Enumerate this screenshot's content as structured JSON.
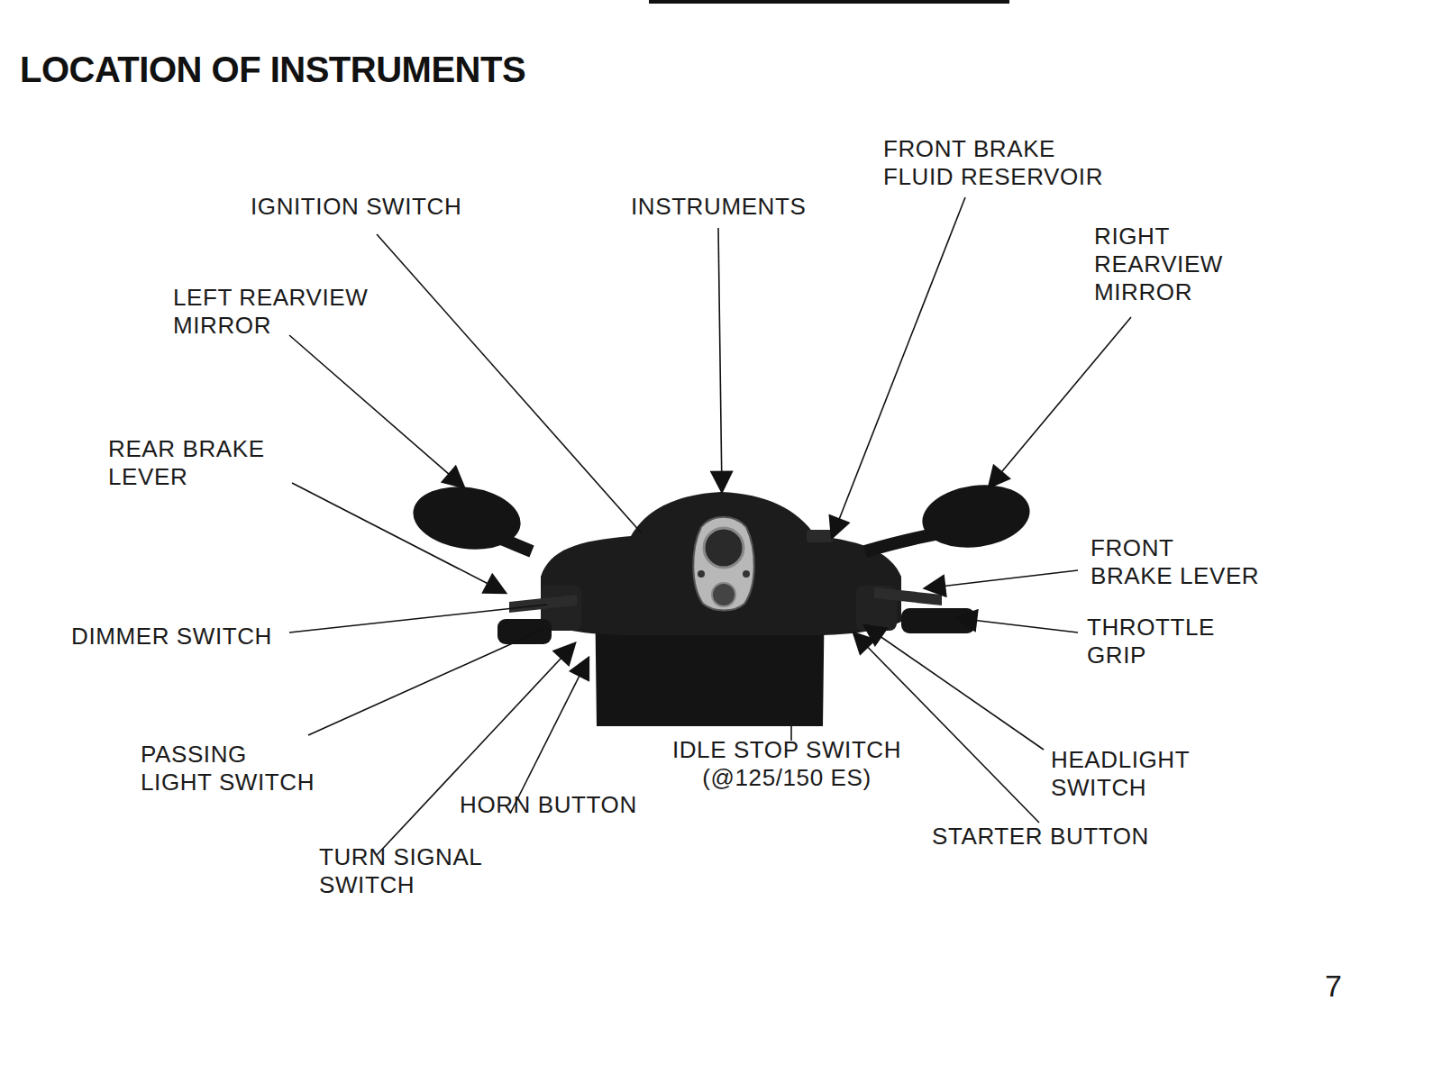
{
  "diagram": {
    "title": "LOCATION OF INSTRUMENTS",
    "labels": [
      "FRONT BRAKE FLUID RESERVOIR",
      "IGNITION SWITCH",
      "INSTRUMENTS",
      "RIGHT REARVIEW MIRROR",
      "LEFT REARVIEW MIRROR",
      "REAR BRAKE LEVER",
      "FRONT BRAKE LEVER",
      "DIMMER SWITCH",
      "THROTTLE GRIP",
      "IDLE STOP SWITCH (@125/150 ES)",
      "PASSING LIGHT SWITCH",
      "HEADLIGHT SWITCH",
      "HORN BUTTON",
      "STARTER BUTTON",
      "TURN SIGNAL SWITCH",
      "7"
    ]
  }
}
